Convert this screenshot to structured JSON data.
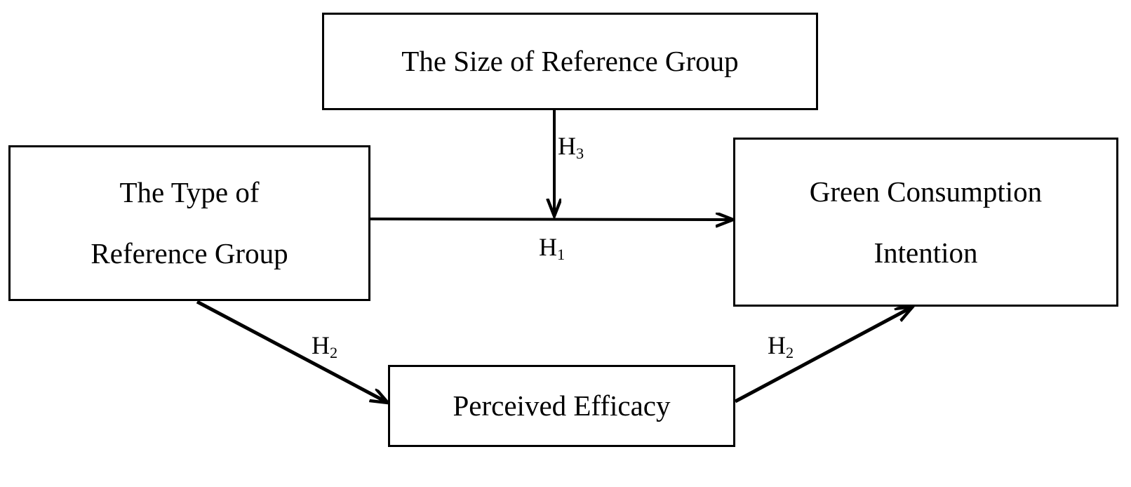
{
  "diagram": {
    "type": "conceptual-research-model",
    "nodes": [
      {
        "id": "size-of-reference-group",
        "lines": [
          "The Size of Reference Group"
        ]
      },
      {
        "id": "type-of-reference-group",
        "lines": [
          "The Type of",
          "Reference Group"
        ]
      },
      {
        "id": "green-consumption-intention",
        "lines": [
          "Green Consumption",
          "Intention"
        ]
      },
      {
        "id": "perceived-efficacy",
        "lines": [
          "Perceived Efficacy"
        ]
      }
    ],
    "edges": [
      {
        "id": "h1",
        "label": "H",
        "subscript": "1",
        "from": "type-of-reference-group",
        "to": "green-consumption-intention",
        "style": "straight-arrow"
      },
      {
        "id": "h3",
        "label": "H",
        "subscript": "3",
        "from": "size-of-reference-group",
        "to": "h1-path",
        "style": "moderator-arrow"
      },
      {
        "id": "h2a",
        "label": "H",
        "subscript": "2",
        "from": "type-of-reference-group",
        "to": "perceived-efficacy",
        "style": "diagonal-arrow"
      },
      {
        "id": "h2b",
        "label": "H",
        "subscript": "2",
        "from": "perceived-efficacy",
        "to": "green-consumption-intention",
        "style": "diagonal-arrow"
      }
    ],
    "colors": {
      "stroke": "#000000",
      "background": "#ffffff",
      "text": "#000000"
    }
  }
}
